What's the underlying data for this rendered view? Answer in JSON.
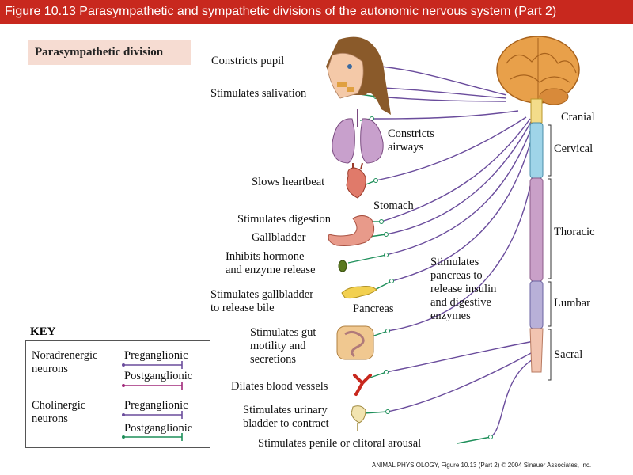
{
  "title": "Figure 10.13  Parasympathetic and sympathetic divisions of the autonomic nervous system (Part 2)",
  "division_label": "Parasympathetic division",
  "effects": {
    "pupil": "Constricts pupil",
    "salivation": "Stimulates salivation",
    "airways_1": "Constricts",
    "airways_2": "airways",
    "heart": "Slows heartbeat",
    "stomach": "Stomach",
    "digestion": "Stimulates digestion",
    "gallbladder": "Gallbladder",
    "hormone_1": "Inhibits hormone",
    "hormone_2": "and enzyme release",
    "pancreas_insulin_1": "Stimulates",
    "pancreas_insulin_2": "pancreas to",
    "pancreas_insulin_3": "release insulin",
    "pancreas_insulin_4": "and digestive",
    "pancreas_insulin_5": "enzymes",
    "bile_1": "Stimulates gallbladder",
    "bile_2": "to release bile",
    "pancreas": "Pancreas",
    "gut_1": "Stimulates gut",
    "gut_2": "motility and",
    "gut_3": "secretions",
    "vessels": "Dilates blood vessels",
    "bladder_1": "Stimulates urinary",
    "bladder_2": "bladder to contract",
    "arousal": "Stimulates penile or clitoral arousal"
  },
  "spinal_regions": {
    "cranial": "Cranial",
    "cervical": "Cervical",
    "thoracic": "Thoracic",
    "lumbar": "Lumbar",
    "sacral": "Sacral"
  },
  "key": {
    "title": "KEY",
    "noradrenergic_1": "Noradrenergic",
    "noradrenergic_2": "neurons",
    "cholinergic_1": "Cholinergic",
    "cholinergic_2": "neurons",
    "preganglionic": "Preganglionic",
    "postganglionic": "Postganglionic"
  },
  "footer": "ANIMAL PHYSIOLOGY, Figure 10.13 (Part 2)  © 2004 Sinauer Associates, Inc.",
  "colors": {
    "title_bg": "#c8281e",
    "division_bg": "#f6dcd2",
    "preganglionic_cholinergic": "#6a4c9c",
    "postganglionic_cholinergic": "#1e8f5a",
    "postganglionic_noradrenergic": "#a0287a",
    "spine_cervical": "#9fd4e8",
    "spine_thoracic": "#c9a0c8",
    "spine_lumbar": "#b8b0d8",
    "spine_sacral": "#f2c4b0"
  },
  "icons": [
    "brain-icon",
    "head-icon",
    "lungs-icon",
    "heart-icon",
    "stomach-icon",
    "gallbladder-icon",
    "pancreas-icon",
    "intestine-icon",
    "blood-vessel-icon",
    "bladder-icon",
    "spinal-cord-icon"
  ]
}
